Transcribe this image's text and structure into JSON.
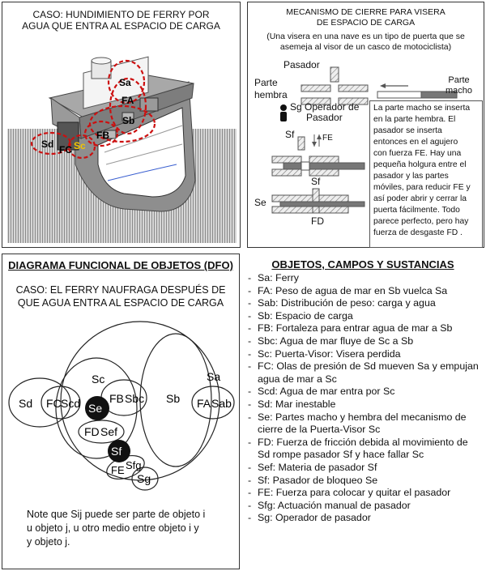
{
  "ferry_panel": {
    "title_line1": "CASO: HUNDIMIENTO  DE FERRY POR",
    "title_line2": "AGUA QUE ENTRA AL ESPACIO DE CARGA",
    "labels": {
      "sa": "Sa",
      "fa": "FA",
      "sb": "Sb",
      "fb": "FB",
      "sd": "Sd",
      "sc": "Sc",
      "fc": "FC"
    },
    "colors": {
      "sc_label": "#f2c500",
      "dashed_ring": "#cc1010"
    }
  },
  "mechanism_panel": {
    "title_line1": "MECANISMO DE CIERRE  PARA VISERA",
    "title_line2": "DE ESPACIO DE CARGA",
    "subtitle_line1": "(Una visera en una nave es un tipo de puerta que se",
    "subtitle_line2": "asemeja al visor de un casco de motociclista)",
    "pasador": "Pasador",
    "parte_hembra_1": "Parte",
    "parte_hembra_2": "hembra",
    "parte_macho_1": "Parte",
    "parte_macho_2": "macho",
    "operator_1": "Sg Operador de",
    "operator_2": "Pasador",
    "sf_1": "Sf",
    "fe": "FE",
    "sf_2": "Sf",
    "se": "Se",
    "fd": "FD",
    "info_text": [
      "La parte macho se inserta",
      "en la parte hembra. El",
      "pasador se inserta",
      "entonces en el agujero",
      "con fuerza FE. Hay una",
      "pequeña holgura entre el",
      "pasador y las partes",
      "móviles, para reducir FE y",
      "así poder abrir y cerrar la",
      "puerta fácilmente. Todo",
      "parece perfecto, pero hay",
      "fuerza de desgaste FD ."
    ]
  },
  "dfo_panel": {
    "title": "DIAGRAMA FUNCIONAL DE OBJETOS (DFO)",
    "case_line1": "CASO: EL FERRY NAUFRAGA DESPUÉS DE",
    "case_line2": "QUE AGUA ENTRA AL ESPACIO DE CARGA",
    "nodes": {
      "sd": "Sd",
      "fc": "FC",
      "scd": "Scd",
      "sc": "Sc",
      "se": "Se",
      "fb": "FB",
      "sbc": "Sbc",
      "sb": "Sb",
      "sa": "Sa",
      "fa": "FA",
      "sab": "Sab",
      "fd": "FD",
      "sef": "Sef",
      "sf": "Sf",
      "fe": "FE",
      "sfg": "Sfg",
      "sg": "Sg"
    },
    "note_line1": "Note que Sij puede ser parte de objeto i",
    "note_line2": "u objeto j, u otro medio entre objeto i y",
    "note_line3": "y objeto j."
  },
  "objects_panel": {
    "title": "OBJETOS, CAMPOS Y SUSTANCIAS",
    "items": [
      "Sa: Ferry",
      "FA: Peso de agua de mar en Sb vuelca Sa",
      "Sab: Distribución de peso: carga y agua",
      "Sb: Espacio de carga",
      "FB: Fortaleza para entrar agua de mar a Sb",
      "Sbc: Agua de mar fluye de Sc a Sb",
      "Sc: Puerta-Visor: Visera perdida",
      "FC: Olas de presión de Sd mueven Sa y empujan agua de mar a Sc",
      "Scd: Agua de mar entra por Sc",
      "Sd: Mar inestable",
      "Se: Partes macho y hembra del mecanismo de cierre de la Puerta-Visor Sc",
      "FD: Fuerza de fricción debida al movimiento de Sd rompe pasador Sf y hace fallar Sc",
      "Sef: Materia de pasador Sf",
      "Sf:  Pasador de bloqueo Se",
      "FE: Fuerza para colocar y quitar el pasador",
      "Sfg: Actuación manual de pasador",
      "Sg: Operador de pasador"
    ]
  }
}
